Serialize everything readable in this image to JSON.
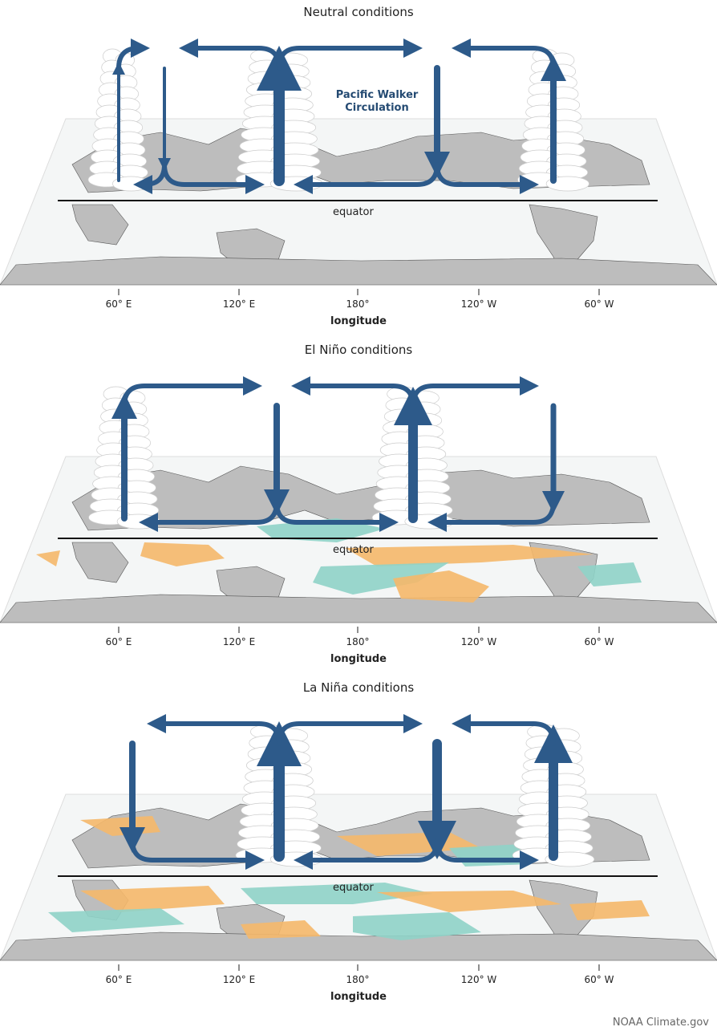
{
  "panels": [
    {
      "title": "Neutral conditions",
      "label": "Pacific Walker",
      "label2": "Circulation",
      "anomalies": "none"
    },
    {
      "title": "El Niño conditions",
      "anomalies": "el-nino"
    },
    {
      "title": "La Niña conditions",
      "anomalies": "la-nina"
    }
  ],
  "equator_label": "equator",
  "ticks": [
    "60° E",
    "120° E",
    "180°",
    "120° W",
    "60° W"
  ],
  "xlabel": "longitude",
  "credit": "NOAA Climate.gov",
  "colors": {
    "arrow": "#2d5a8a",
    "land": "#bdbdbd",
    "ocean": "#f4f6f6",
    "warm": "#f5b86a",
    "cool": "#8fd3c8"
  }
}
